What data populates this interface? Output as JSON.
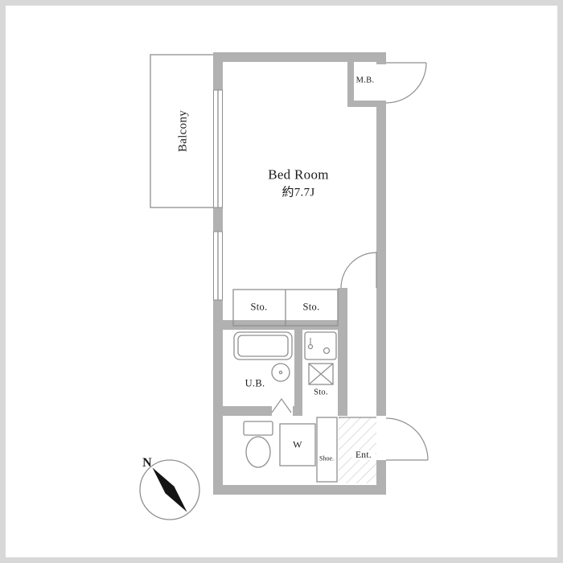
{
  "plan": {
    "rooms": {
      "balcony": "Balcony",
      "meter_box": "M.B.",
      "bedroom": {
        "name": "Bed Room",
        "area": "約7.7J"
      },
      "storage_top_left": "Sto.",
      "storage_top_right": "Sto.",
      "unit_bath": "U.B.",
      "kitchen_storage": "Sto.",
      "washer": "W",
      "shoe_box": "Shoe.",
      "entrance": "Ent."
    },
    "compass": {
      "north": "N"
    },
    "colors": {
      "wall": "#b1b1b1",
      "line": "#8f8f8f",
      "text": "#1c1c1c",
      "frame": "#d8d8d8",
      "hatch": "#c6c6c6",
      "needle": "#141414",
      "bg": "#ffffff"
    }
  }
}
